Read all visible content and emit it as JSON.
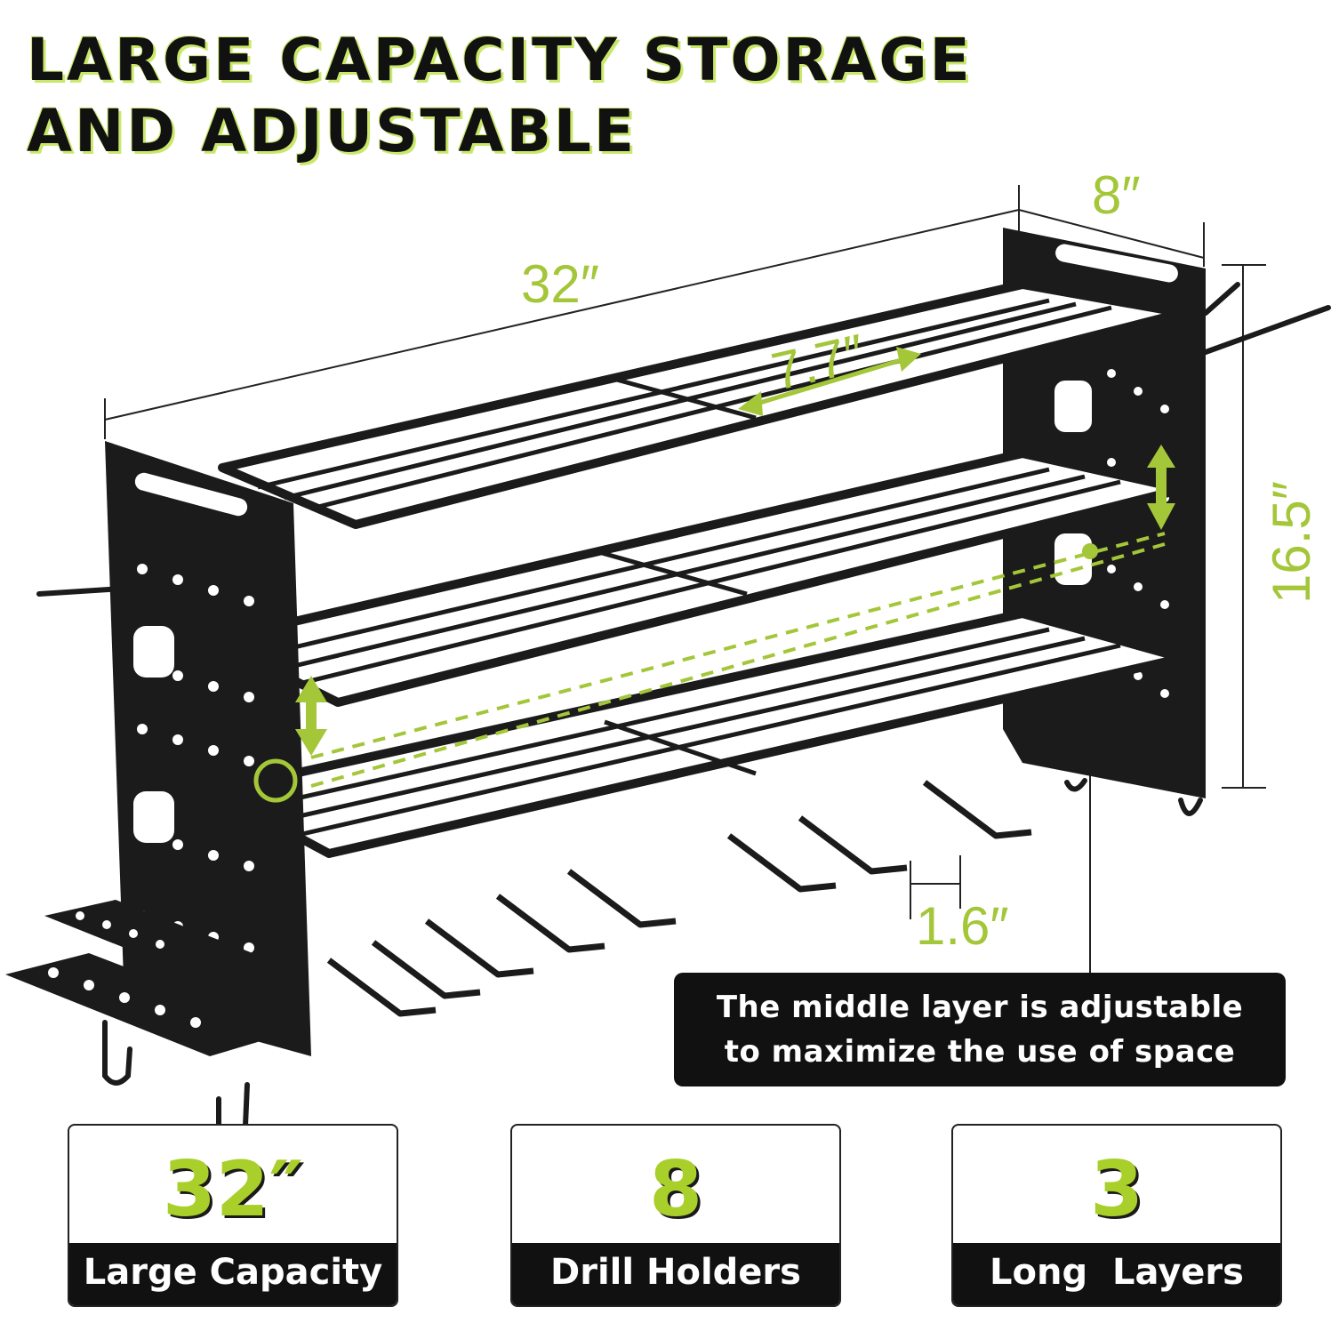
{
  "title": {
    "line1": "LARGE CAPACITY STORAGE",
    "line2": "AND ADJUSTABLE"
  },
  "dimensions": {
    "length": "32″",
    "depth": "8″",
    "height": "16.5″",
    "shelf_width": "7.7″",
    "holder_gap": "1.6″"
  },
  "callout": {
    "line1": "The middle layer is adjustable",
    "line2": "to maximize the use of space"
  },
  "features": [
    {
      "value": "32″",
      "label": "Large Capacity"
    },
    {
      "value": "8",
      "label": "Drill Holders"
    },
    {
      "value": "3",
      "label": "Long  Layers"
    }
  ],
  "colors": {
    "accent": "#a4c639",
    "dark": "#111111",
    "background": "#ffffff"
  }
}
